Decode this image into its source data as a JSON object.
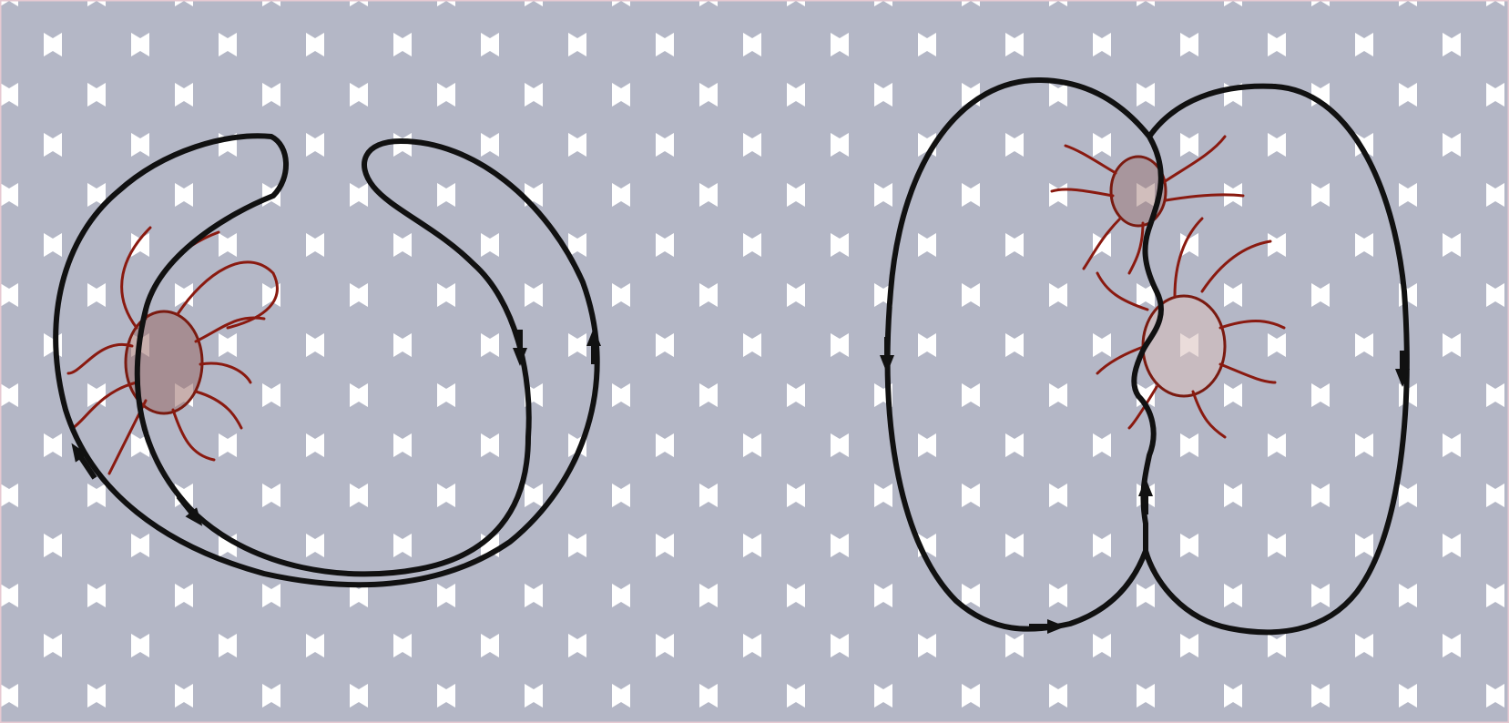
{
  "figure": {
    "background": "#ffffff",
    "comb_cell_color": "#b4b7c6",
    "comb_wall_color": "#ffffff",
    "path_color": "#111111",
    "mite_color": "#8a1a10"
  },
  "panels": [
    {
      "id": "left",
      "description_icon": "mite-icon",
      "arrows": 4
    },
    {
      "id": "right",
      "description_icon": "mite-icon",
      "arrows": 4
    }
  ]
}
